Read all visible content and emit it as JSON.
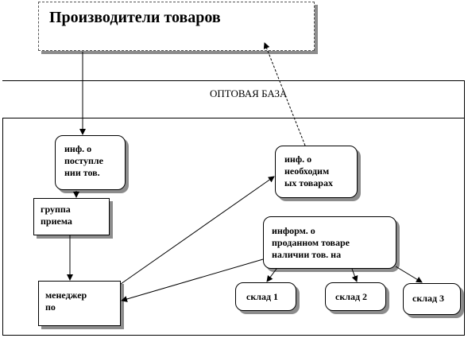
{
  "producers": {
    "title": "Производители товаров"
  },
  "wholesale": {
    "title": "ОПТОВАЯ БАЗА"
  },
  "nodes": {
    "arrival_info": {
      "lines": [
        "инф. о",
        "поступле",
        "нии тов."
      ]
    },
    "reception_group": {
      "lines": [
        "группа",
        "приема"
      ]
    },
    "manager": {
      "lines": [
        "менеджер",
        "по"
      ]
    },
    "needed_goods_info": {
      "lines": [
        "инф. о",
        "необходим",
        "ых товарах"
      ]
    },
    "sold_goods_info": {
      "lines": [
        "информ. о",
        "проданном товаре",
        "наличии тов. на"
      ]
    },
    "warehouse_1": {
      "label": "склад 1"
    },
    "warehouse_2": {
      "label": "склад 2"
    },
    "warehouse_3": {
      "label": "склад 3"
    }
  }
}
